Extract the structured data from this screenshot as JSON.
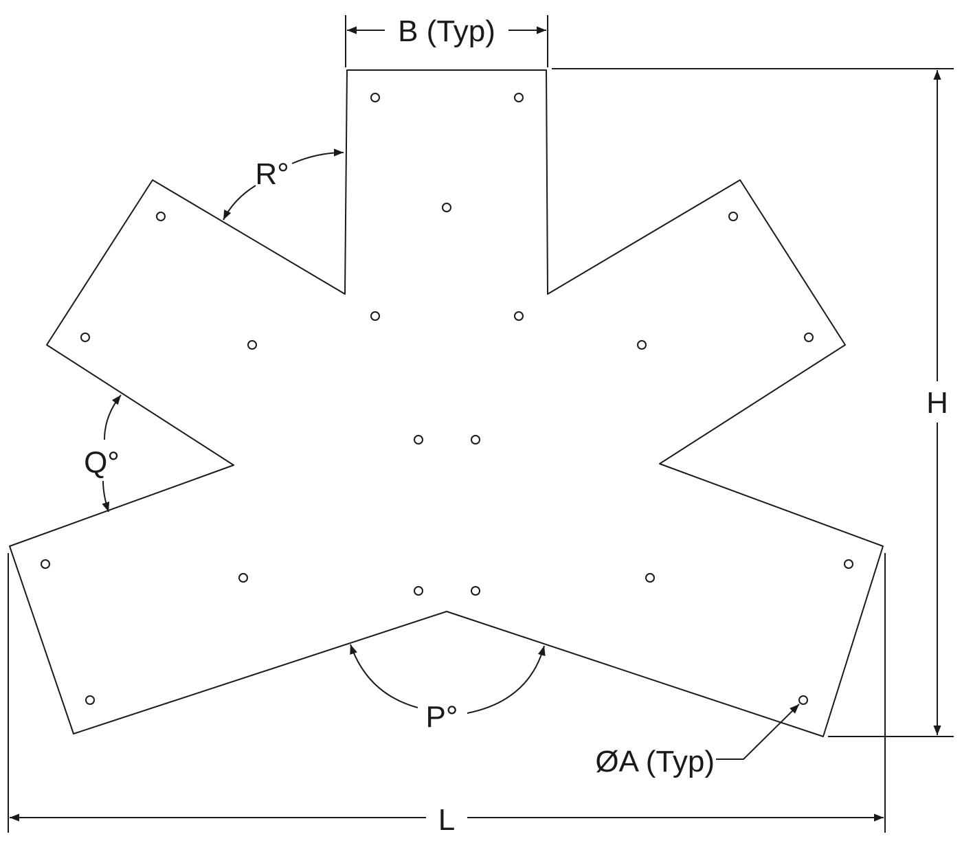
{
  "labels": {
    "width_b": "B (Typ)",
    "height_h": "H",
    "length_l": "L",
    "angle_r": "R°",
    "angle_q": "Q°",
    "angle_p": "P°",
    "hole_dia": "ØA (Typ)"
  },
  "colors": {
    "line": "#1a1a1a",
    "background": "#ffffff"
  }
}
